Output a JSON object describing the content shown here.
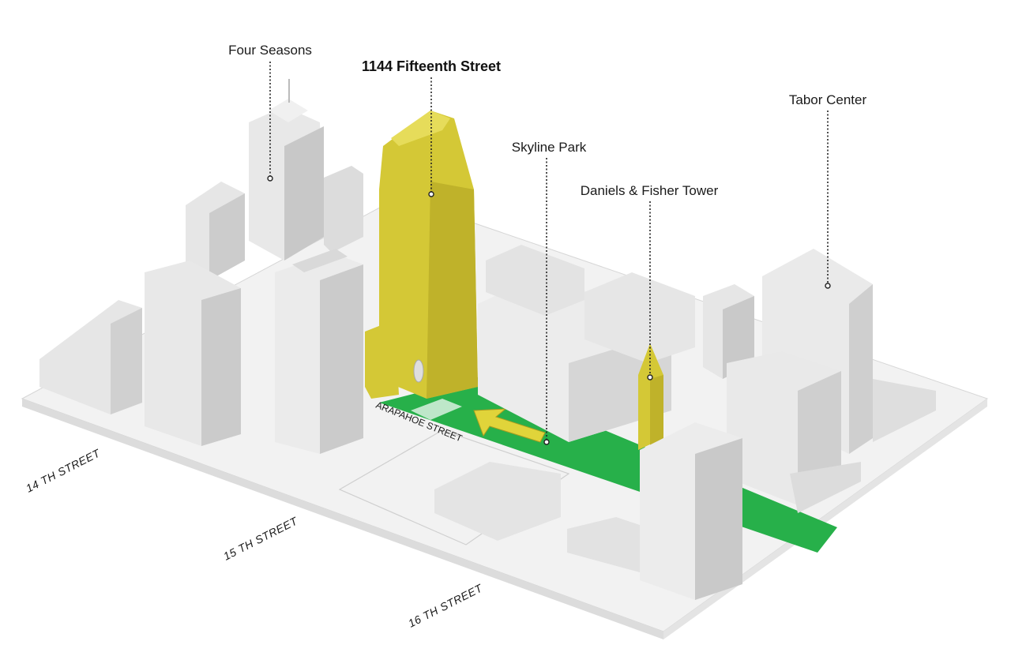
{
  "labels": {
    "four_seasons": "Four Seasons",
    "fifteenth_street_1144": "1144 Fifteenth Street",
    "skyline_park": "Skyline Park",
    "daniels_fisher": "Daniels & Fisher Tower",
    "tabor_center": "Tabor Center"
  },
  "streets": {
    "s14": "14 TH STREET",
    "s15": "15 TH STREET",
    "s16": "16 TH STREET",
    "arapahoe": "ARAPAHOE STREET"
  },
  "colors": {
    "highlight_building": "#d4c836",
    "park": "#27b04a",
    "arrow": "#e0d43a",
    "building_light": "#e9e9e9",
    "building_mid": "#d6d6d6",
    "building_dark": "#bdbdbd",
    "ground": "#efefef"
  }
}
